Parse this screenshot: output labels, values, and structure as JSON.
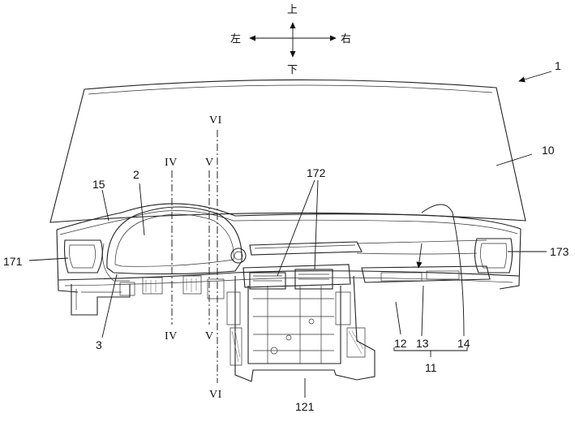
{
  "directions": {
    "up": "上",
    "down": "下",
    "left": "左",
    "right": "右"
  },
  "labels": {
    "assembly": "1",
    "windshield": "10",
    "cluster": "2",
    "lower_panel": "3",
    "module_11": "11",
    "part_12": "12",
    "part_13": "13",
    "part_14": "14",
    "part_15": "15",
    "duct_center": "121",
    "vent_left": "171",
    "vent_center": "172",
    "vent_right": "173"
  },
  "sections": {
    "iv_top": "IV",
    "iv_bottom": "IV",
    "v_top": "V",
    "v_bottom": "V",
    "vi_top": "VI",
    "vi_bottom": "VI"
  }
}
